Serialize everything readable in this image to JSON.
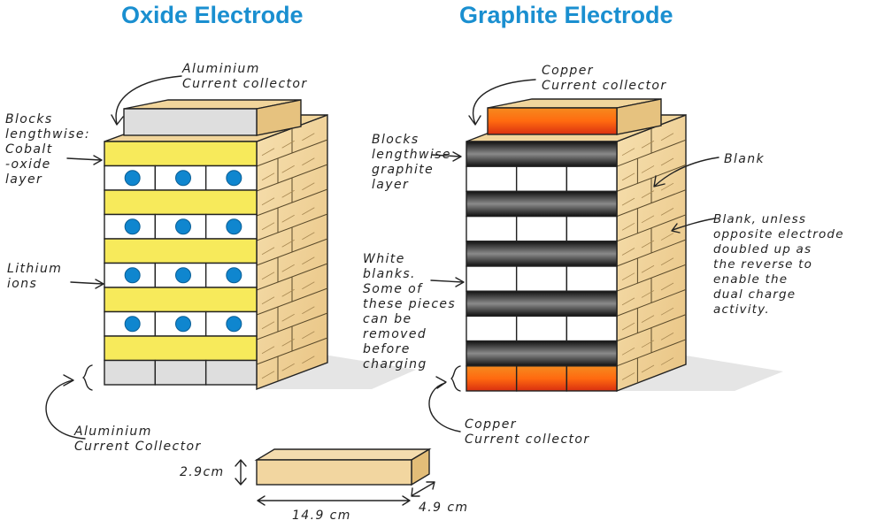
{
  "titles": {
    "oxide": "Oxide Electrode",
    "graphite": "Graphite Electrode"
  },
  "oxide_labels": {
    "top_collector": "Aluminium\nCurrent collector",
    "blocks": "Blocks\nlengthwise:\nCobalt\n-oxide\nlayer",
    "lithium": "Lithium\nions",
    "bottom_collector": "Aluminium\nCurrent Collector"
  },
  "graphite_labels": {
    "top_collector": "Copper\nCurrent collector",
    "blocks": "Blocks\nlengthwise\ngraphite\nlayer",
    "white_blanks": "White\nblanks.\nSome of\nthese pieces\ncan be\nremoved\nbefore\ncharging",
    "blank": "Blank",
    "blank_unless": "Blank, unless\nopposite electrode\ndoubled up as\nthe reverse to\nenable the\ndual charge\nactivity.",
    "bottom_collector": "Copper\nCurrent collector"
  },
  "block_dimensions": {
    "height": "2.9cm",
    "length": "14.9 cm",
    "width": "4.9 cm"
  },
  "colors": {
    "title_blue": "#1a8fd0",
    "cobalt_yellow": "#f7ea5b",
    "lithium_blue": "#0f86cf",
    "wood": "#f2d6a0",
    "graphite_dark": "#2e2e2e",
    "copper": "#e94a14",
    "aluminium": "#dedede"
  }
}
